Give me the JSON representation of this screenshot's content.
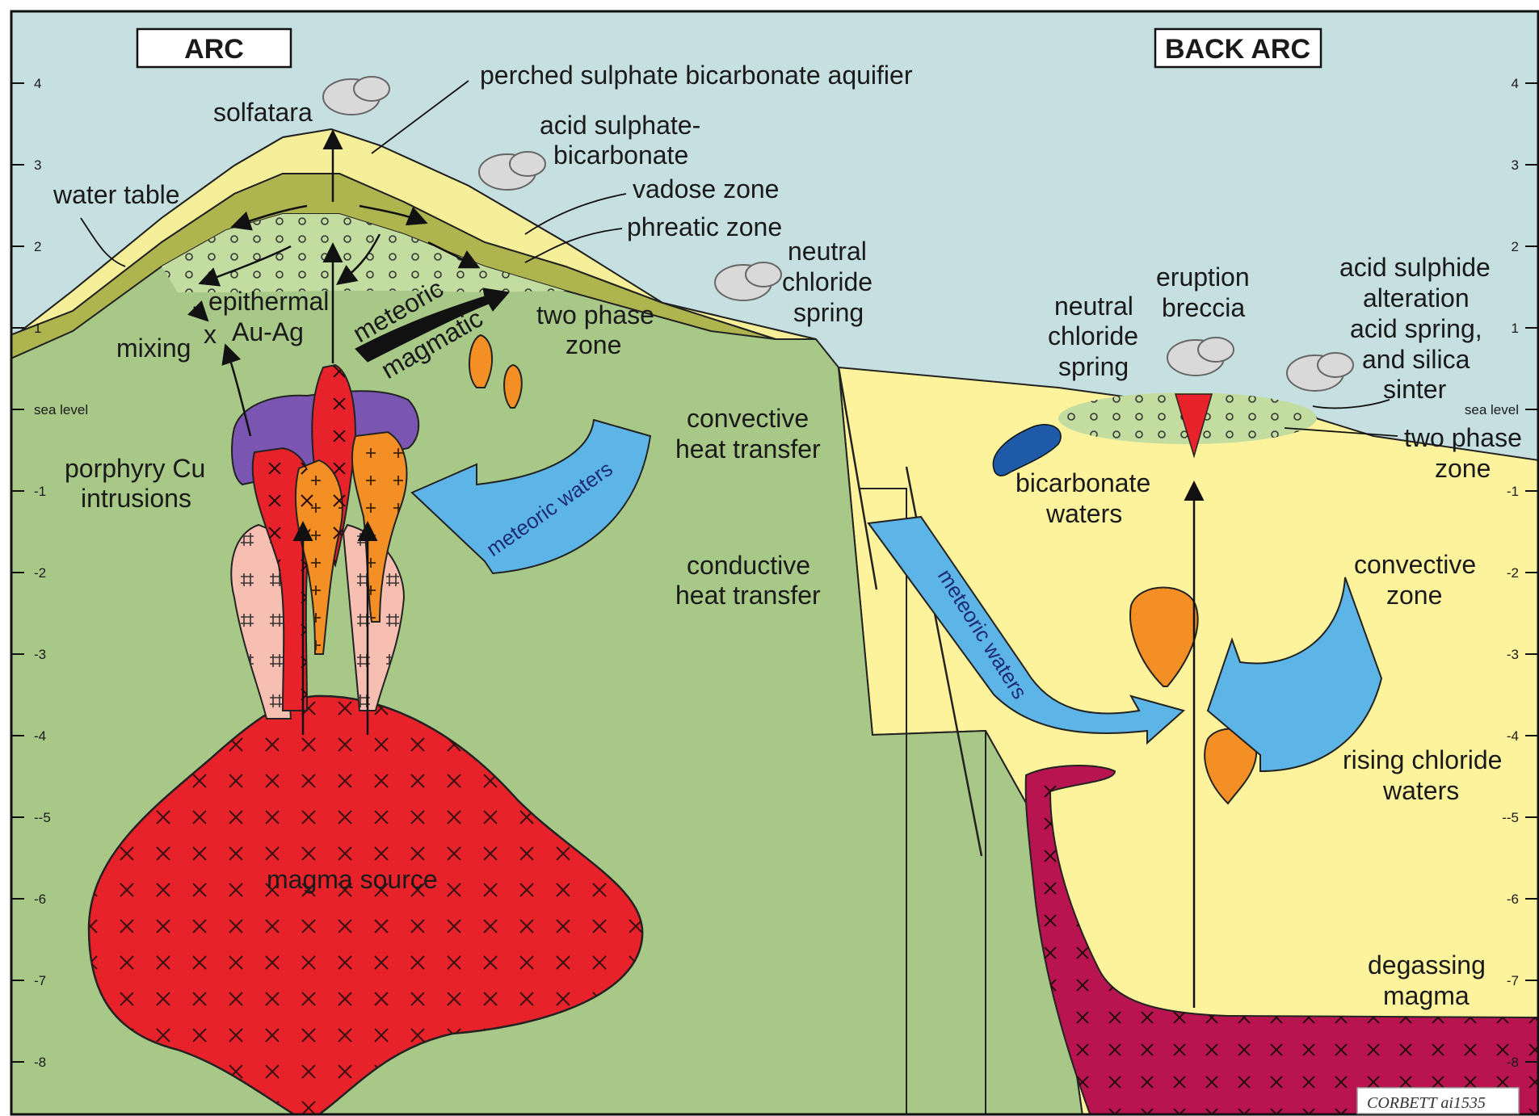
{
  "titles": {
    "arc": "ARC",
    "back_arc": "BACK ARC"
  },
  "axis": {
    "left": [
      "4",
      "3",
      "2",
      "1",
      "sea level",
      "-1",
      "-2",
      "-3",
      "-4",
      "--5",
      "-6",
      "-7",
      "-8"
    ],
    "right": [
      "4",
      "3",
      "2",
      "1",
      "sea level",
      "-1",
      "-2",
      "-3",
      "-4",
      "--5",
      "-6",
      "-7",
      "-8"
    ]
  },
  "labels": {
    "perched": "perched sulphate bicarbonate aquifier",
    "solfatara": "solfatara",
    "acid_sulphate_1": "acid sulphate-",
    "acid_sulphate_2": "bicarbonate",
    "water_table": "water table",
    "vadose": "vadose zone",
    "phreatic": "phreatic zone",
    "neutral_1_a": "neutral",
    "neutral_1_b": "chloride",
    "neutral_1_c": "spring",
    "epithermal_a": "epithermal",
    "epithermal_b": "Au-Ag",
    "mixing": "mixing",
    "mixing_x": "x",
    "meteoric_arrow": "meteoric",
    "magmatic_arrow": "magmatic",
    "two_phase_a": "two phase",
    "two_phase_b": "zone",
    "porphyry_a": "porphyry Cu",
    "porphyry_b": "intrusions",
    "convective_heat_a": "convective",
    "convective_heat_b": "heat transfer",
    "conductive_heat_a": "conductive",
    "conductive_heat_b": "heat transfer",
    "meteoric_waters_1": "meteoric waters",
    "magma_source": "magma source",
    "neutral_2_a": "neutral",
    "neutral_2_b": "chloride",
    "neutral_2_c": "spring",
    "eruption_a": "eruption",
    "eruption_b": "breccia",
    "acid_sulphide_a": "acid sulphide",
    "acid_sulphide_b": "alteration",
    "acid_sulphide_c": "acid spring,",
    "acid_sulphide_d": "and silica",
    "acid_sulphide_e": "sinter",
    "two_phase_2_a": "two phase",
    "two_phase_2_b": "zone",
    "bicarbonate_a": "bicarbonate",
    "bicarbonate_b": "waters",
    "meteoric_waters_2": "meteoric waters",
    "convective_zone_a": "convective",
    "convective_zone_b": "zone",
    "rising_a": "rising chloride",
    "rising_b": "waters",
    "degassing_a": "degassing",
    "degassing_b": "magma"
  },
  "credit": "CORBETT  ai1535",
  "colors": {
    "sky": "#c6dfe0",
    "ground": "#a8c887",
    "vadose": "#f6ef9a",
    "olive": "#aeb44e",
    "backarc": "#fdf39c",
    "magma": "#e8222a",
    "orange": "#f38f24",
    "purple": "#7b55b2",
    "pink": "#f6bfb2",
    "degassing": "#b8144f",
    "water": "#5db4e6",
    "blue_blob": "#1e5aa8",
    "two_phase": "#c3dca0"
  }
}
